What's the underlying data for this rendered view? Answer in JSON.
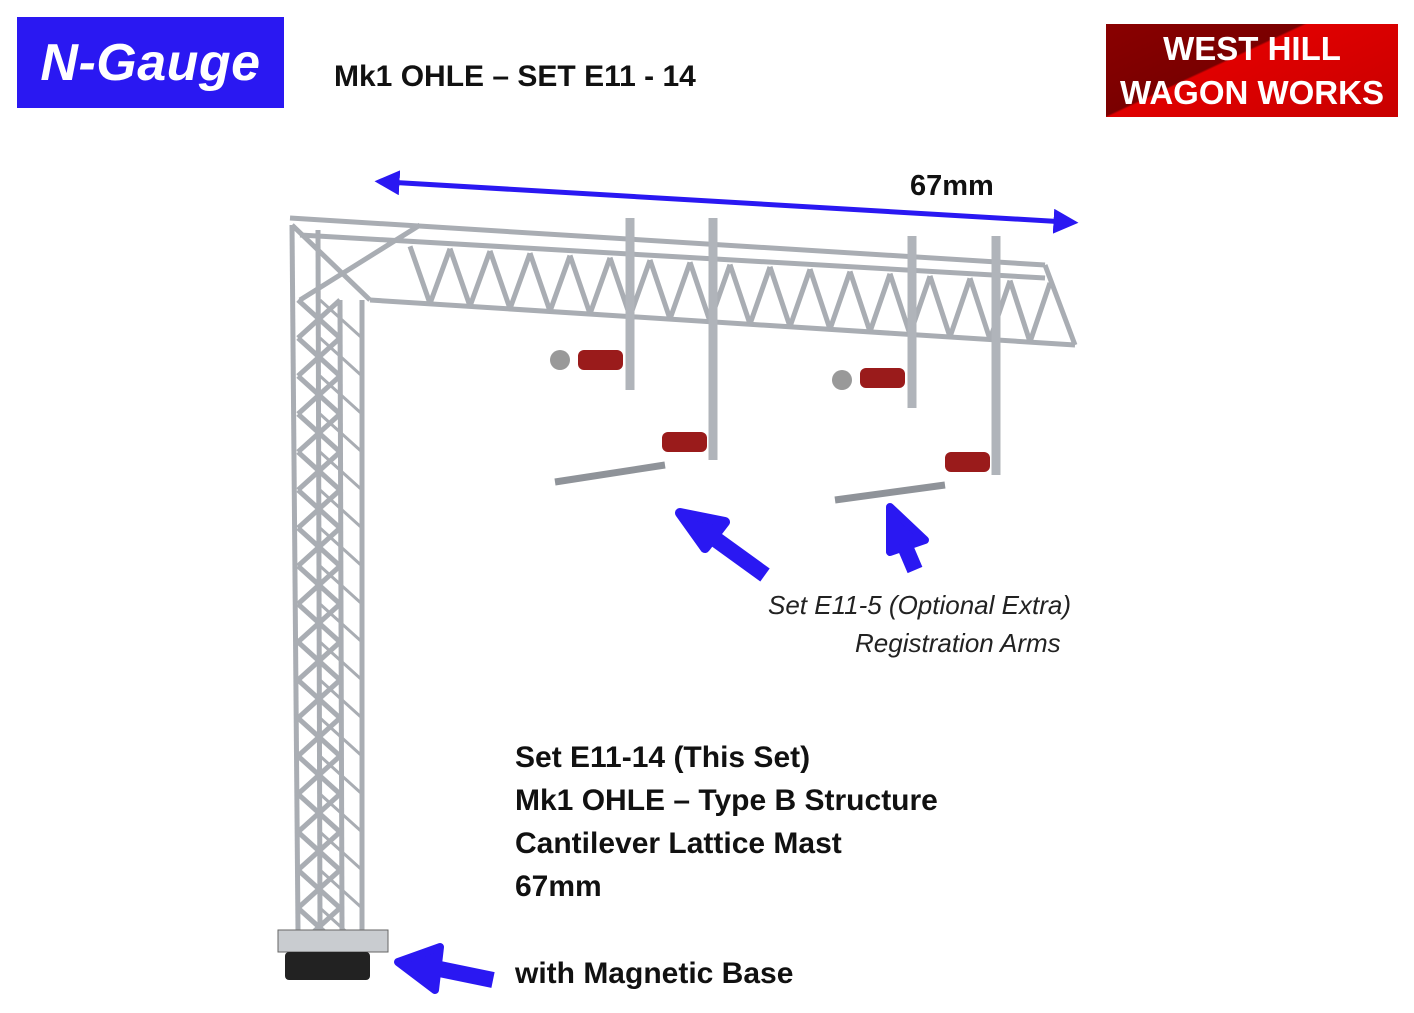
{
  "header": {
    "badge": "N-Gauge",
    "title": "Mk1 OHLE – SET E11 - 14",
    "logo_line1": "WEST HILL",
    "logo_line2": "WAGON WORKS"
  },
  "dimension_label": "67mm",
  "optional_caption": {
    "line1": "Set E11-5 (Optional Extra)",
    "line2": "Registration Arms"
  },
  "description": {
    "line1": "Set E11-14 (This Set)",
    "line2": "Mk1 OHLE – Type B Structure",
    "line3": "Cantilever Lattice Mast",
    "line4": "67mm",
    "base_note": "with Magnetic Base"
  },
  "colors": {
    "accent_blue": "#2a18f2",
    "logo_red": "#c80000",
    "insulator": "#9a1b1b",
    "steel": "#b8bcc2"
  }
}
